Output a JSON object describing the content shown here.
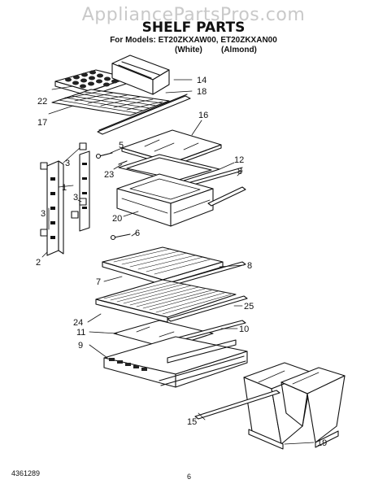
{
  "watermark": "AppliancePartsPros.com",
  "title": "SHELF PARTS",
  "models_line": "For Models: ET20ZKXAW00, ET20ZKXAN00",
  "variant_white": "(White)",
  "variant_almond": "(Almond)",
  "callouts": {
    "c14": "14",
    "c18": "18",
    "c22": "22",
    "c17": "17",
    "c16": "16",
    "c5": "5",
    "c3a": "3",
    "c23": "23",
    "c12": "12",
    "c8a": "8",
    "c1": "1",
    "c3b": "3",
    "c3c": "3",
    "c20": "20",
    "c6": "6",
    "c2": "2",
    "c8b": "8",
    "c7": "7",
    "c25": "25",
    "c24": "24",
    "c11": "11",
    "c10": "10",
    "c9": "9",
    "c15": "15",
    "c19": "19"
  },
  "footer_code": "4361289",
  "page_number": "6"
}
